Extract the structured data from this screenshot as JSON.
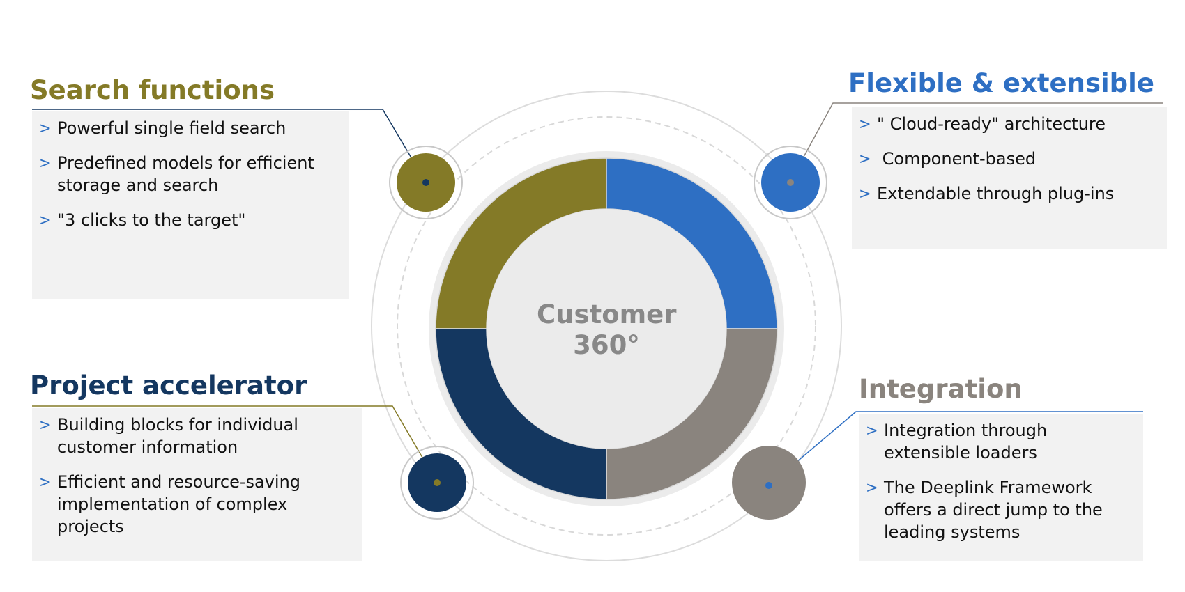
{
  "colors": {
    "olive": "#847a27",
    "blue": "#2e6fc3",
    "navy": "#143760",
    "gray": "#8a847e",
    "chevron": "#2e6fc3"
  },
  "center": {
    "line1": "Customer",
    "line2": "360°"
  },
  "sections": {
    "search": {
      "title": "Search functions",
      "items": [
        "Powerful single field search",
        "Predefined models for efficient storage and search",
        "\"3 clicks to the target\""
      ]
    },
    "flexible": {
      "title": "Flexible & extensible",
      "items": [
        "\" Cloud-ready\" architecture",
        " Component-based",
        "Extendable through plug-ins"
      ]
    },
    "project": {
      "title": "Project accelerator",
      "items": [
        "Building blocks for individual customer information",
        "Efficient and resource-saving implementation of complex projects"
      ]
    },
    "integration": {
      "title": "Integration",
      "items": [
        "Integration through extensible loaders",
        "The Deeplink Framework offers a direct jump to the leading systems"
      ]
    }
  },
  "chevron_symbol": ">"
}
